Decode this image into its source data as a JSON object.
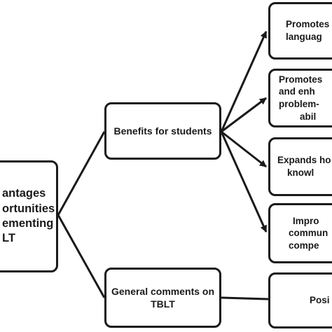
{
  "nodes": {
    "root": {
      "lines": [
        "antages",
        "ortunities",
        "ementing",
        "LT"
      ]
    },
    "benefits": {
      "lines": [
        "Benefits for students"
      ]
    },
    "general": {
      "lines": [
        "General comments on",
        "TBLT"
      ]
    },
    "right": [
      {
        "lines": [
          "Promotes",
          "languag"
        ]
      },
      {
        "lines": [
          "Promotes",
          "and enh",
          "problem-",
          "abil"
        ]
      },
      {
        "lines": [
          "Expands ho",
          "knowl"
        ]
      },
      {
        "lines": [
          "Impro",
          "commun",
          "compe"
        ]
      },
      {
        "lines": [
          "Posi"
        ]
      }
    ]
  },
  "colors": {
    "border": "#1a1a1a",
    "text": "#1a1a1a",
    "background": "#ffffff"
  }
}
